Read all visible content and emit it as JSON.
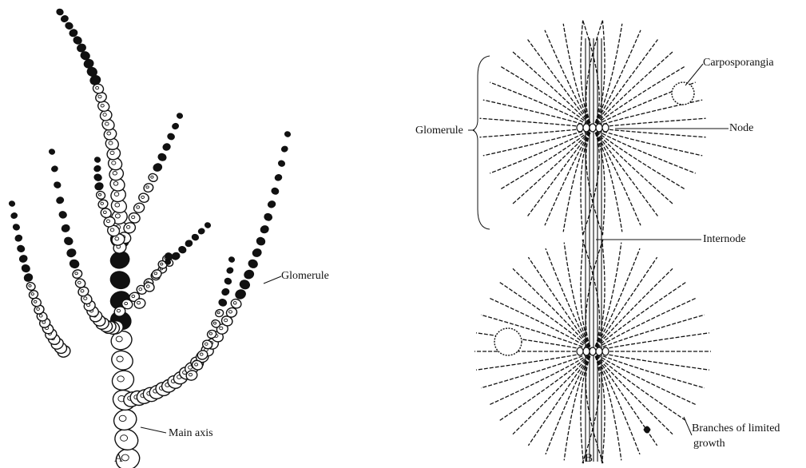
{
  "panel_a": {
    "letter": "A",
    "labels": {
      "glomerule": "Glomerule",
      "main_axis": "Main axis"
    }
  },
  "panel_b": {
    "letter": "B",
    "labels": {
      "glomerule": "Glomerule",
      "carposporangia": "Carposporangia",
      "node": "Node",
      "internode": "Internode",
      "branches_line1": "Branches of limited",
      "branches_line2": "growth"
    }
  },
  "colors": {
    "ink": "#111111",
    "background": "#ffffff"
  }
}
